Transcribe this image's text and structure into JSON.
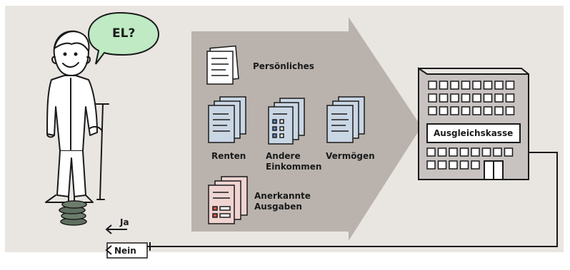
{
  "speech": {
    "text": "EL?"
  },
  "documents": {
    "personal": "Persönliches",
    "pensions": "Renten",
    "other_income_line1": "Andere",
    "other_income_line2": "Einkommen",
    "assets": "Vermögen",
    "expenses_line1": "Anerkannte",
    "expenses_line2": "Ausgaben"
  },
  "office": {
    "sign": "Ausgleichskasse"
  },
  "decision": {
    "yes": "Ja",
    "no": "Nein"
  },
  "colors": {
    "background": "#e9e6e2",
    "arrow": "#bab3ad",
    "doc_blue": "#c9d6e4",
    "doc_pink": "#efd4d2",
    "building": "#c8c3c1"
  }
}
